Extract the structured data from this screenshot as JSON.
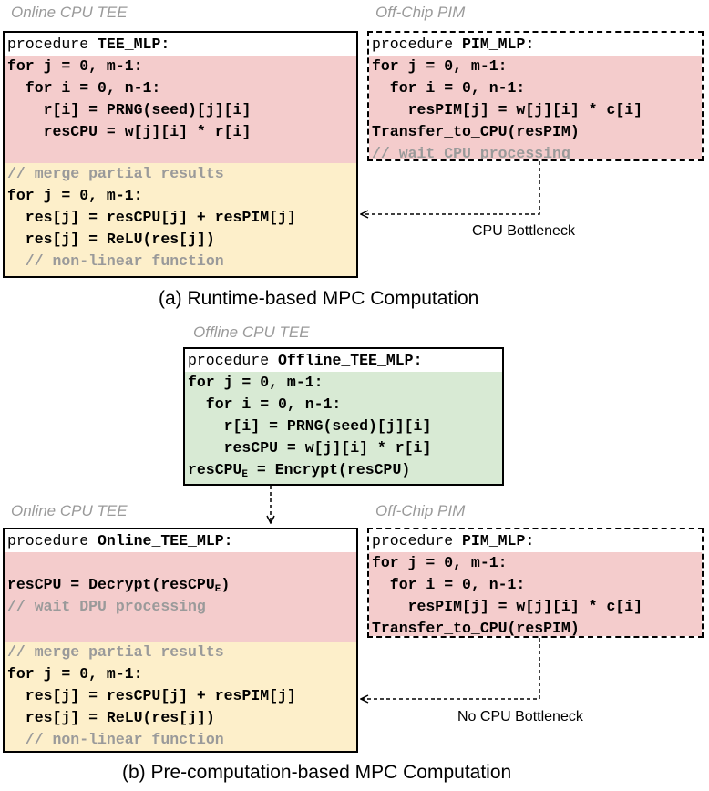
{
  "section_a": {
    "online_label": "Online CPU TEE",
    "pim_label": "Off-Chip PIM",
    "tee_box": {
      "keyword": "procedure ",
      "name": "TEE_MLP",
      "colon": ":",
      "red_lines": [
        "for j = 0, m-1:",
        "  for i = 0, n-1:",
        "    r[i] = PRNG(seed)[j][i]",
        "    resCPU = w[j][i] * r[i]"
      ],
      "yellow_comment": "// merge partial results",
      "yellow_lines": [
        "for j = 0, m-1:",
        "  res[j] = resCPU[j] + resPIM[j]",
        "  res[j] = ReLU(res[j])"
      ],
      "yellow_trailing_comment": "  // non-linear function"
    },
    "pim_box": {
      "keyword": "procedure ",
      "name": "PIM_MLP",
      "colon": ":",
      "red_lines": [
        "for j = 0, m-1:",
        "  for i = 0, n-1:",
        "    resPIM[j] = w[j][i] * c[i]",
        "Transfer_to_CPU(resPIM)"
      ],
      "red_comment": "// wait CPU processing"
    },
    "bottleneck_note": "CPU Bottleneck",
    "caption": "(a) Runtime-based MPC Computation"
  },
  "section_b": {
    "offline_label": "Offline CPU TEE",
    "offline_box": {
      "keyword": "procedure ",
      "name": "Offline_TEE_MLP",
      "colon": ":",
      "green_lines": [
        "for j = 0, m-1:",
        "  for i = 0, n-1:",
        "    r[i] = PRNG(seed)[j][i]",
        "    resCPU = w[j][i] * r[i]"
      ],
      "encrypt_prefix": "resCPU",
      "encrypt_sub": "E",
      "encrypt_suffix": " = Encrypt(resCPU)"
    },
    "online_label": "Online CPU TEE",
    "pim_label": "Off-Chip PIM",
    "online_box": {
      "keyword": "procedure ",
      "name": "Online_TEE_MLP",
      "colon": ":",
      "decrypt_prefix": "resCPU = Decrypt(resCPU",
      "decrypt_sub": "E",
      "decrypt_suffix": ")",
      "red_comment": "// wait DPU processing",
      "yellow_comment": "// merge partial results",
      "yellow_lines": [
        "for j = 0, m-1:",
        "  res[j] = resCPU[j] + resPIM[j]",
        "  res[j] = ReLU(res[j])"
      ],
      "yellow_trailing_comment": "  // non-linear function"
    },
    "pim_box": {
      "keyword": "procedure ",
      "name": "PIM_MLP",
      "colon": ":",
      "red_lines": [
        "for j = 0, m-1:",
        "  for i = 0, n-1:",
        "    resPIM[j] = w[j][i] * c[i]",
        "Transfer_to_CPU(resPIM)"
      ]
    },
    "bottleneck_note": "No CPU Bottleneck",
    "caption": "(b) Pre-computation-based MPC Computation"
  }
}
